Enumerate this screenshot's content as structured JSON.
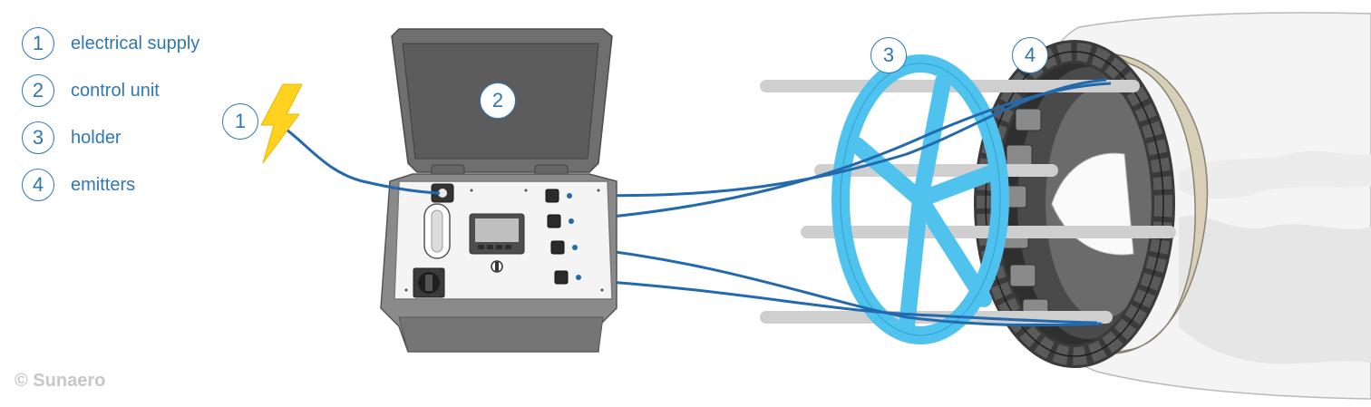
{
  "legend": [
    {
      "number": "1",
      "label": "electrical supply"
    },
    {
      "number": "2",
      "label": "control unit"
    },
    {
      "number": "3",
      "label": "holder"
    },
    {
      "number": "4",
      "label": "emitters"
    }
  ],
  "markers": {
    "supply": "1",
    "control_unit": "2",
    "holder": "3",
    "emitters": "4"
  },
  "copyright": "© Sunaero",
  "colors": {
    "accent": "#2f77b5",
    "holder": "#4fc3ee",
    "bolt": "#ffd21f",
    "cable": "#2369ad"
  }
}
